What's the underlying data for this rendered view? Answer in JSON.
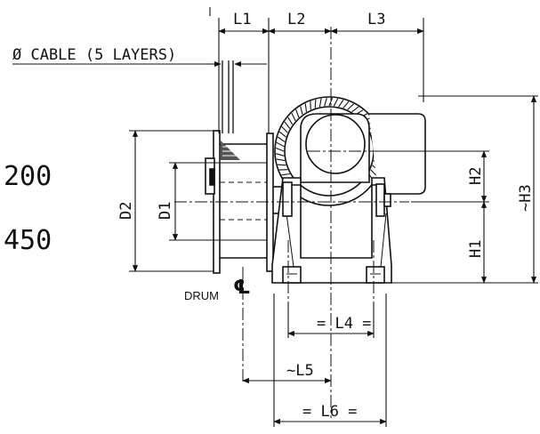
{
  "labels": {
    "cable": "Ø CABLE (5 LAYERS)",
    "drum": "DRUM",
    "centerline": "℄",
    "side_value_top": "200",
    "side_value_bottom": "450"
  },
  "dimensions": {
    "l1": "L1",
    "l2": "L2",
    "l3": "L3",
    "l4": "= L4 =",
    "l5": "~L5",
    "l6": "= L6 =",
    "d1": "D1",
    "d2": "D2",
    "h1": "H1",
    "h2": "H2",
    "h3": "~H3"
  },
  "colors": {
    "line": "#111111",
    "background": "#ffffff"
  }
}
